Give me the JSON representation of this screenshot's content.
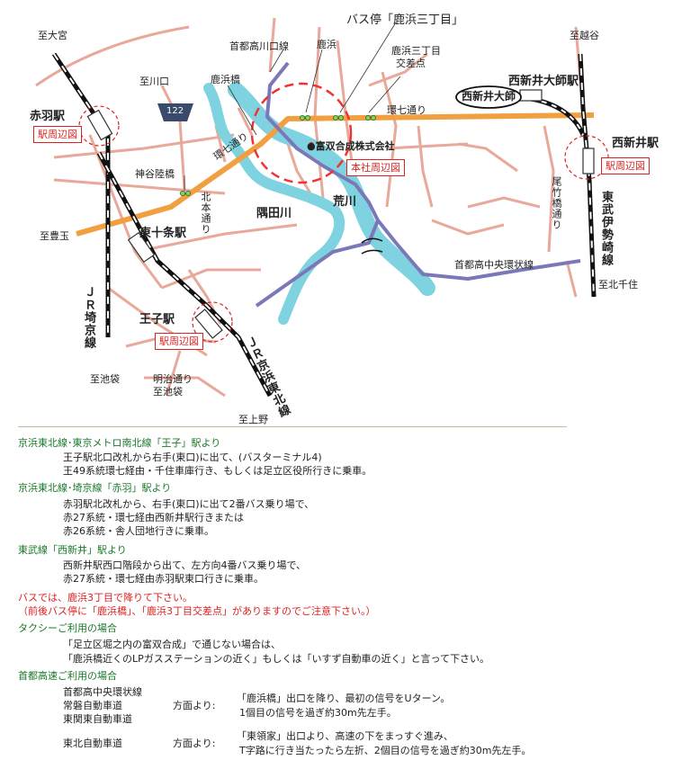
{
  "map": {
    "labels": {
      "to_omiya": "至大宮",
      "to_koshigaya": "至越谷",
      "to_kawaguchi": "至川口",
      "to_toyotama": "至豊玉",
      "to_kitasenju": "至北千住",
      "to_ikebukuro_1": "至池袋",
      "to_ikebukuro_2": "至池袋",
      "to_ueno": "至上野",
      "shuto_takahashi_line": "首都高川口線",
      "kanohama": "鹿浜",
      "kanohama_bridge": "鹿浜橋",
      "bus_stop_title": "バス停「鹿浜三丁目」",
      "kanohama_3_intersection_l1": "鹿浜三丁目",
      "kanohama_3_intersection_l2": "交差点",
      "route_122": "122",
      "kanshichi_1": "環七通り",
      "kanshichi_2": "環七通り",
      "kamiya_bridge": "神谷陸橋",
      "kitahon_dori": "北本通り",
      "company": "●富双合成株式会社",
      "sumida_river": "隅田川",
      "arakawa": "荒川",
      "shuto_central_circular": "首都高中央環状線",
      "obitake_bashi_dori": "尾竹橋通り",
      "meiji_dori_l1": "明治通り",
      "meiji_dori_l2": "至池袋",
      "jr_saikyo": "ＪＲ埼京線",
      "jr_keihin": "ＪＲ京浜東北線",
      "tobu_isesaki": "東武伊勢崎線",
      "nishiarai_daishi": "西新井大師",
      "nishiarai_daishi_station": "西新井大師駅",
      "nishiarai_station": "西新井駅",
      "akabane_station": "赤羽駅",
      "higashi_jujo_station": "東十条駅",
      "oji_station": "王子駅"
    },
    "boxes": {
      "akabane_area": "駅周辺図",
      "oji_area": "駅周辺図",
      "nishiarai_area": "駅周辺図",
      "hq_area": "本社周辺図"
    },
    "colors": {
      "river": "#7fd3e0",
      "highway": "#7b78b8",
      "kanshichi": "#f0a040",
      "roads": "#e8a89a",
      "rail": "#111111",
      "accent_red": "#d22222",
      "section_green": "#1a7a2a"
    }
  },
  "directions": {
    "sec1_title": "京浜東北線･東京メトロ南北線「王子」駅より",
    "sec1_l1": "王子駅北口改札から右手(東口)に出て、(バスターミナル4)",
    "sec1_l2": "王49系統環七経由・千住車庫行き、もしくは足立区役所行きに乗車。",
    "sec2_title": "京浜東北線･埼京線「赤羽」駅より",
    "sec2_l1": "赤羽駅北改札から、右手(東口)に出て2番バス乗り場で、",
    "sec2_l2": "赤27系統・環七経由西新井駅行きまたは",
    "sec2_l3": "赤26系統・舎人団地行きに乗車。",
    "sec3_title": "東武線「西新井」駅より",
    "sec3_l1": "西新井駅西口階段から出て、左方向4番バス乗り場で、",
    "sec3_l2": "赤27系統・環七経由赤羽駅東口行きに乗車。",
    "bus_note_l1": "バスでは、鹿浜3丁目で降りて下さい。",
    "bus_note_l2": "（前後バス停に「鹿浜橋」、「鹿浜3丁目交差点」がありますのでご注意下さい。）",
    "taxi_title": "タクシーご利用の場合",
    "taxi_l1": "「足立区堀之内の富双合成」で通じない場合は、",
    "taxi_l2": "「鹿浜橋近くのLPガスステーションの近く」もしくは「いすず自動車の近く」と言って下さい。",
    "hw_title": "首都高速ご利用の場合",
    "hw_a1": "首都高中央環状線",
    "hw_a2": "常磐自動車道",
    "hw_a3": "東関東自動車道",
    "hw_from_1": "方面より:",
    "hw_a_desc1": "「鹿浜橋」出口を降り、最初の信号をUターン。",
    "hw_a_desc2": "1個目の信号を過ぎ約30m先左手。",
    "hw_b1": "東北自動車道",
    "hw_from_2": "方面より:",
    "hw_b_desc1": "「東領家」出口より、高速の下をまっすぐ進み、",
    "hw_b_desc2": "T字路に行き当たったら左折、2個目の信号を過ぎ約30m先左手。"
  }
}
